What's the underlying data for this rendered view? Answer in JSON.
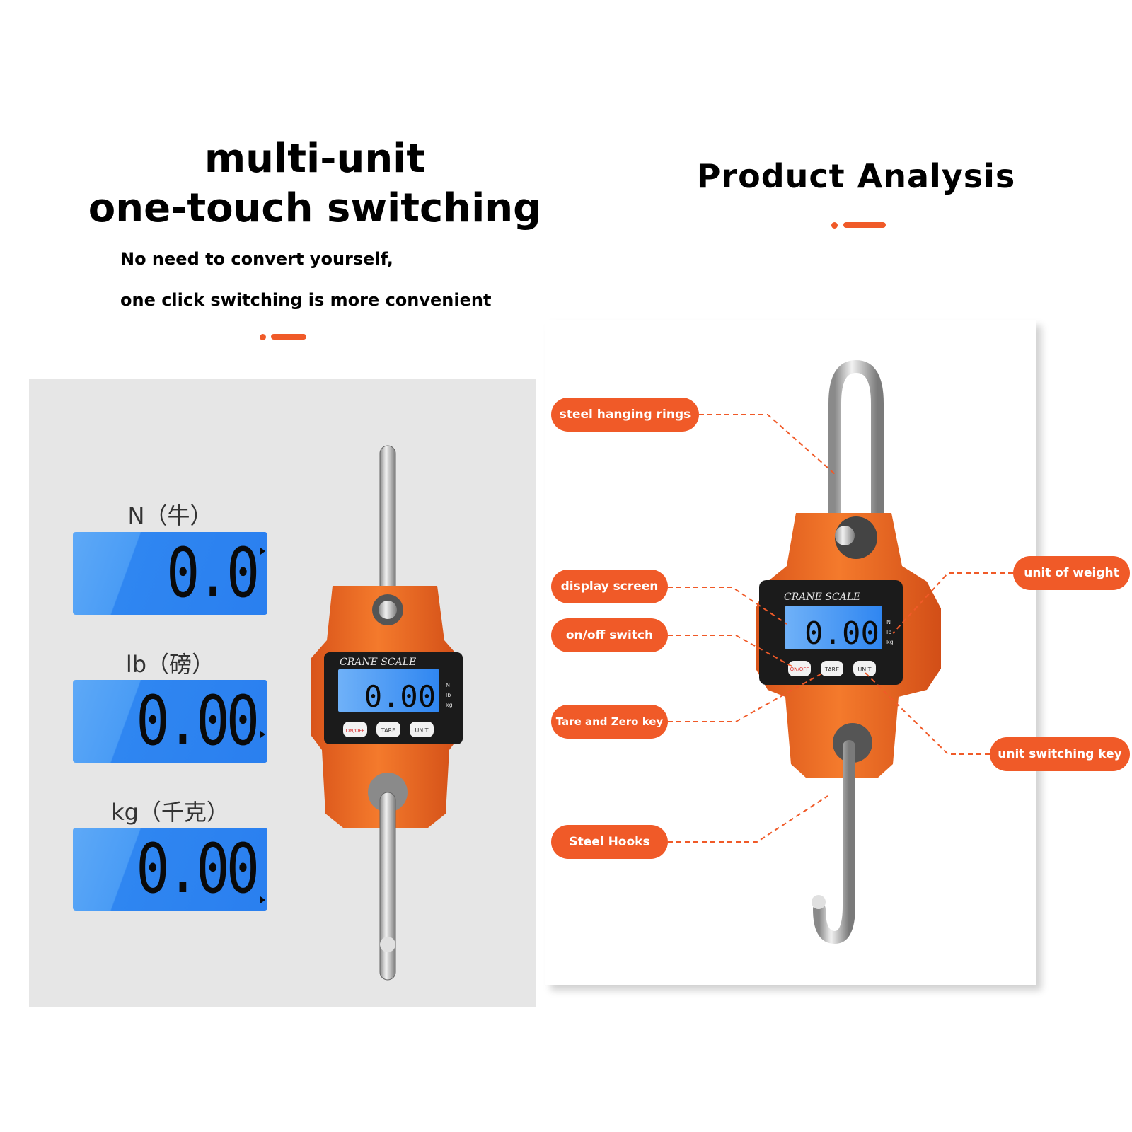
{
  "colors": {
    "accent": "#f05a28",
    "scale_body": "#ef6a22",
    "panel_gray": "#e6e6e6",
    "lcd_blue": "#3a8df2"
  },
  "left": {
    "headline_line1": "multi-unit",
    "headline_line2": "one-touch switching",
    "subline1": "No need to convert yourself,",
    "subline2": "one click switching is more convenient",
    "displays": [
      {
        "unit_label": "N（牛）",
        "reading": "0.0"
      },
      {
        "unit_label": "lb（磅）",
        "reading": "0.00"
      },
      {
        "unit_label": "kg（千克）",
        "reading": "0.00"
      }
    ]
  },
  "right": {
    "heading": "Product Analysis",
    "callouts": {
      "steel_hanging_rings": "steel hanging rings",
      "display_screen": "display screen",
      "on_off_switch": "on/off switch",
      "tare_zero_key": "Tare and Zero key",
      "steel_hooks": "Steel Hooks",
      "unit_of_weight": "unit of weight",
      "unit_switching_key": "unit switching key"
    }
  },
  "scale": {
    "brand": "CRANE SCALE",
    "reading": "0.00",
    "units": [
      "N",
      "lb",
      "kg"
    ],
    "buttons": {
      "onoff": "ON/OFF",
      "tare": "TARE",
      "unit": "UNIT"
    }
  }
}
